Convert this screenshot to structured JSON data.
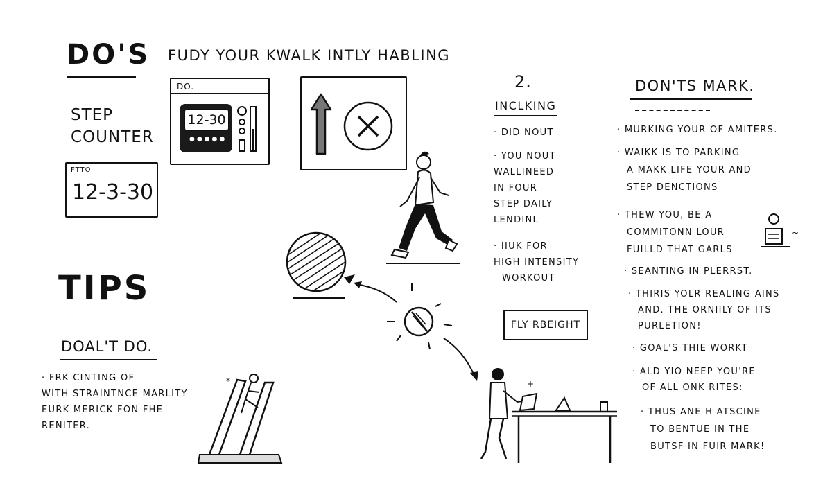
{
  "dos": {
    "heading": "DO'S",
    "subtitle": "FUDY YOUR KWALK INTLY HABLING",
    "step_counter": [
      "STEP",
      "COUNTER"
    ],
    "counter_box": {
      "label": "FTTO",
      "value": "12-3-30"
    },
    "device_panel": {
      "label": "DO.",
      "display": "12-30"
    }
  },
  "tips": {
    "heading": "TIPS",
    "subheading": "DOAL'T DO.",
    "lines": [
      "FRK CINTING OF",
      "WITH STRAINTNCE MARLITY",
      "EURK MERICK FON FHE",
      "RENITER."
    ]
  },
  "middle": {
    "number": "2.",
    "heading": "INCLKING",
    "items": [
      [
        "DID NOUT"
      ],
      [
        "YOU NOUT",
        "WALLINEED",
        "IN FOUR",
        "STEP DAILY",
        "LENDINL"
      ],
      [
        "IIUK FOR",
        "HIGH INTENSITY",
        "WORKOUT"
      ]
    ],
    "button": "FLY RBEIGHT"
  },
  "donts": {
    "heading": "DON'TS MARK.",
    "items": [
      [
        "MURKING YOUR OF AMITERS."
      ],
      [
        "WAIKK IS TO PARKING",
        "A MAKK LIFE YOUR AND",
        "STEP DENCTIONS"
      ],
      [
        "THEW YOU, BE A",
        "COMMITONN LOUR",
        "FUILLD THAT GARLS"
      ],
      [
        "SEANTING IN PLERRST."
      ],
      [
        "THIRIS YOLR REALING AINS",
        "AND. THE ORNIILY OF ITS",
        "PURLETION!"
      ],
      [
        "GOAL'S THIE WORKT"
      ],
      [
        "ALD YIO NEEP YOU'RE",
        "OF ALL ONK RITES:"
      ],
      [
        "THUS ANE H ATSCINE",
        "TO BENTUE IN THE",
        "BUTSF IN FUIR MARK!"
      ]
    ]
  }
}
